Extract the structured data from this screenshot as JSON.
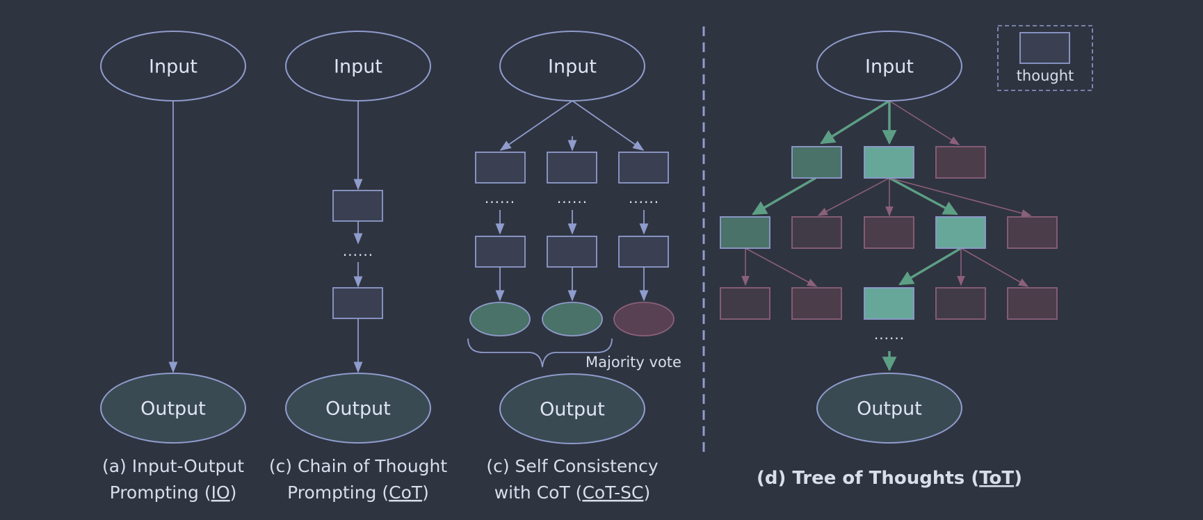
{
  "labels": {
    "input": "Input",
    "output": "Output",
    "dots": "......",
    "majority_vote": "Majority vote",
    "legend_thought": "thought"
  },
  "captions": {
    "io": {
      "line1": "(a) Input-Output",
      "line2_prefix": "Prompting (",
      "line2_link": "IO",
      "line2_suffix": ")"
    },
    "cot": {
      "line1": "(c) Chain of Thought",
      "line2_prefix": "Prompting (",
      "line2_link": "CoT",
      "line2_suffix": ")"
    },
    "cotsc": {
      "line1": "(c) Self Consistency",
      "line2_prefix": "with CoT (",
      "line2_link": "CoT-SC",
      "line2_suffix": ")"
    },
    "tot": {
      "prefix": "(d) Tree of Thoughts (",
      "link": "ToT",
      "suffix": ")"
    }
  },
  "colors": {
    "background": "#2f3441",
    "line": "#8f9ccc",
    "thought_fill": "#3a4052",
    "output_fill": "#3a4a53",
    "green_dark": "#4a7268",
    "green_light": "#66a79a",
    "green_line": "#5d9f84",
    "pink_fill": "#4b3d4a",
    "pink_line": "#8b6079",
    "dark_pink_fill": "#413b48"
  }
}
